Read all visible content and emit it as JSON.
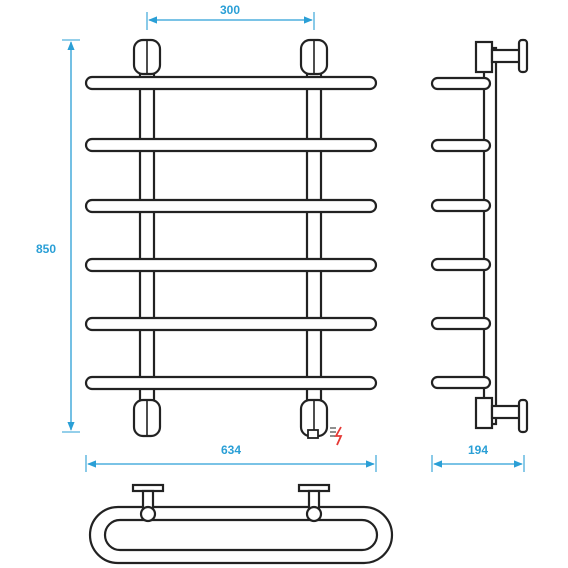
{
  "dimensions": {
    "mount_spacing": "300",
    "height": "850",
    "width": "634",
    "depth": "194"
  },
  "colors": {
    "dimension": "#2a9fd6",
    "outline": "#222222",
    "electric_symbol": "#e53935"
  },
  "icons": {
    "electric": "lightning-bolt-icon"
  }
}
